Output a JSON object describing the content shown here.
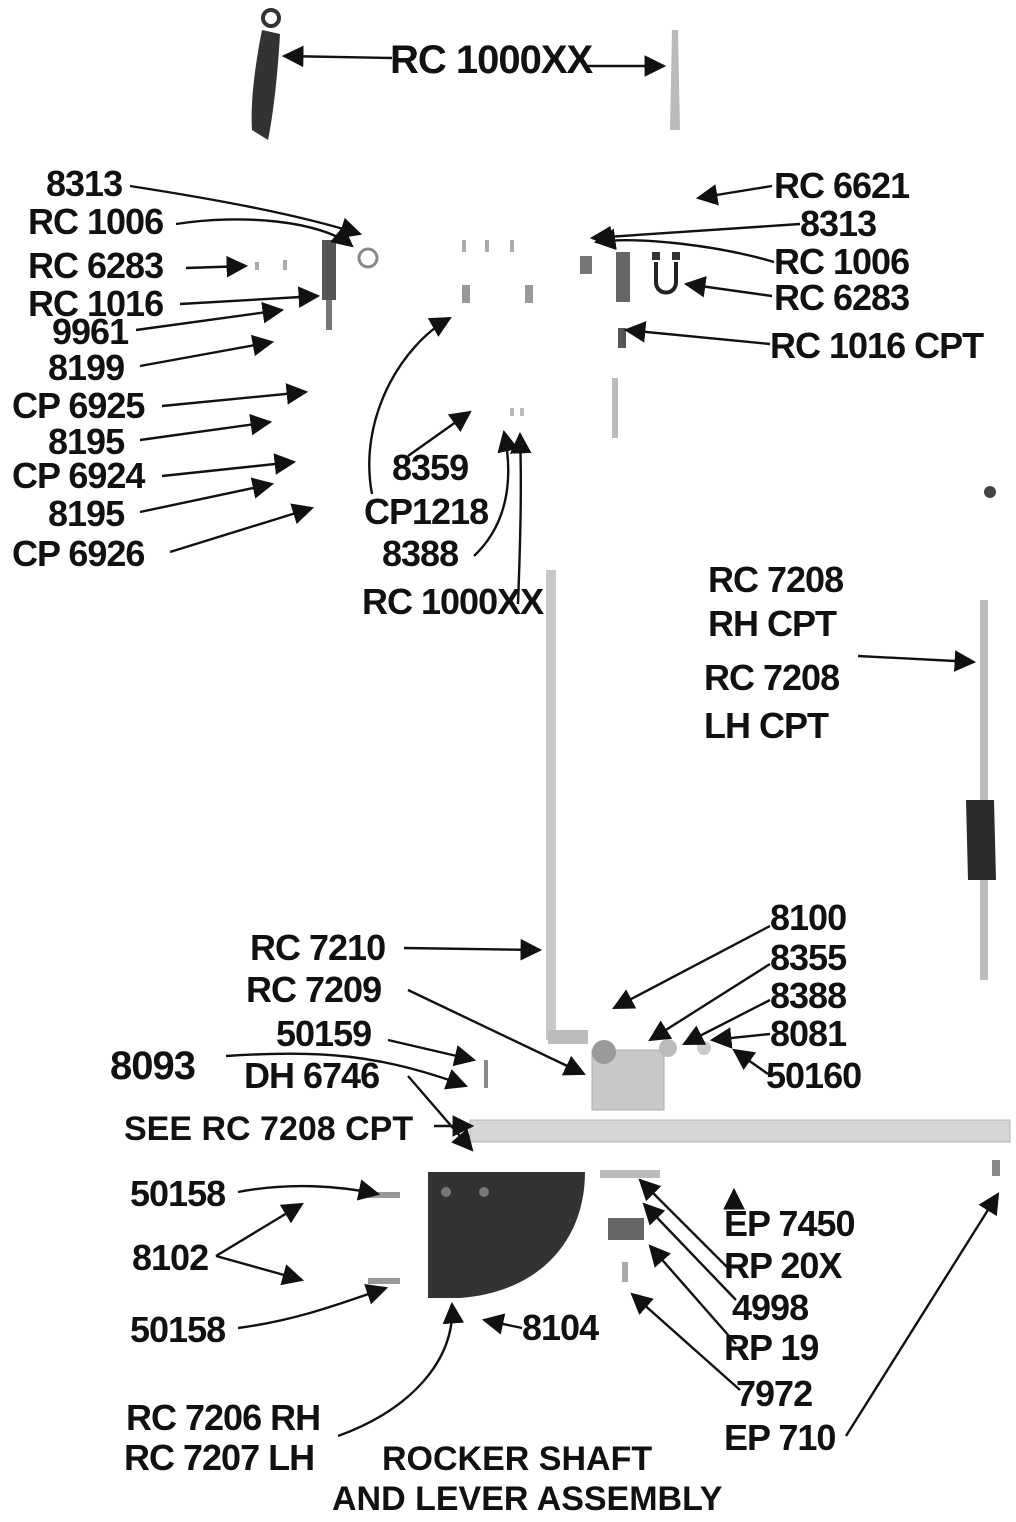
{
  "colors": {
    "ink": "#111111",
    "part_dark": "#333333",
    "part_light": "#bdbdbd",
    "paper": "#ffffff"
  },
  "labels": {
    "rc1000xx_top": "RC 1000XX",
    "l8313": "8313",
    "l_rc1006": "RC 1006",
    "l_rc6283": "RC 6283",
    "l_rc1016": "RC 1016",
    "l9961": "9961",
    "l8199": "8199",
    "l_cp6925": "CP 6925",
    "l8195a": "8195",
    "l_cp6924": "CP 6924",
    "l8195b": "8195",
    "l_cp6926": "CP 6926",
    "c8359": "8359",
    "c_cp1218": "CP1218",
    "c8388": "8388",
    "c_rc1000xx": "RC 1000XX",
    "r_rc6621": "RC 6621",
    "r8313": "8313",
    "r_rc1006": "RC 1006",
    "r_rc6283": "RC 6283",
    "r_rc1016cpt": "RC 1016 CPT",
    "r_rc7208": "RC 7208",
    "r_rhcpt": "RH CPT",
    "r_rc7208b": "RC 7208",
    "r_lhcpt": "LH CPT",
    "b_rc7210": "RC 7210",
    "b_rc7209": "RC 7209",
    "b50159": "50159",
    "b8093": "8093",
    "b_dh6746": "DH 6746",
    "b_see": "SEE RC 7208 CPT",
    "b50158a": "50158",
    "b8102": "8102",
    "b50158b": "50158",
    "b8104": "8104",
    "b8100": "8100",
    "b8355": "8355",
    "b8388": "8388",
    "b8081": "8081",
    "b50160": "50160",
    "b_ep7450": "EP 7450",
    "b_rp20x": "RP 20X",
    "b4998": "4998",
    "b_rp19": "RP 19",
    "b7972": "7972",
    "b_ep710": "EP 710",
    "b_rc7206": "RC 7206 RH",
    "b_rc7207": "RC 7207 LH",
    "caption1": "ROCKER SHAFT",
    "caption2": "AND LEVER ASSEMBLY"
  }
}
